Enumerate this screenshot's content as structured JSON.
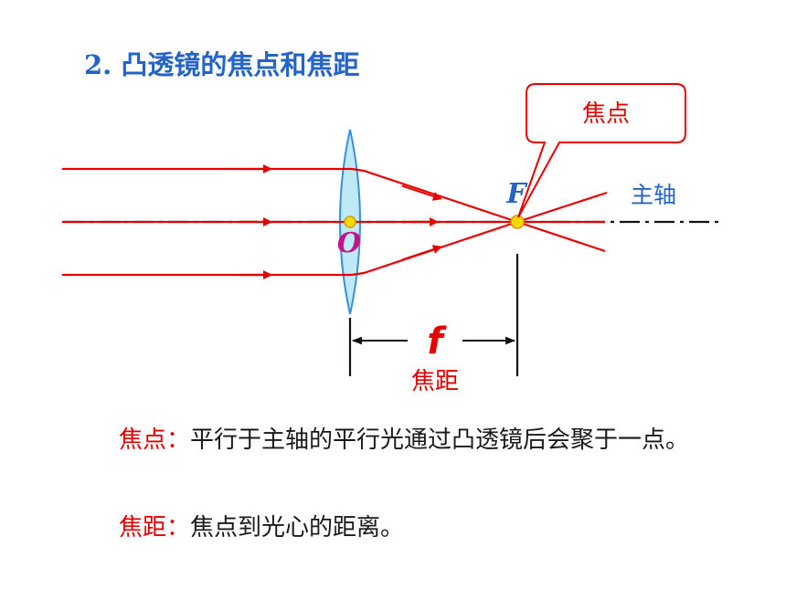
{
  "title": "2. 凸透镜的焦点和焦距",
  "diagram": {
    "callout_label": "焦点",
    "focus_letter": "F",
    "center_letter": "O",
    "axis_label": "主轴",
    "focal_length_symbol": "f",
    "focal_length_label": "焦距",
    "colors": {
      "ray": "#e60000",
      "lens_fill": "#bfe9f7",
      "lens_stroke": "#3b8fd8",
      "point": "#f5d800",
      "axis": "#111111",
      "label_blue": "#2464c8",
      "center_label": "#c0168a"
    }
  },
  "definitions": [
    {
      "term": "焦点",
      "separator": "：",
      "text": "平行于主轴的平行光通过凸透镜后会聚于一点。"
    },
    {
      "term": "焦距",
      "separator": "：",
      "text": "焦点到光心的距离。"
    }
  ]
}
